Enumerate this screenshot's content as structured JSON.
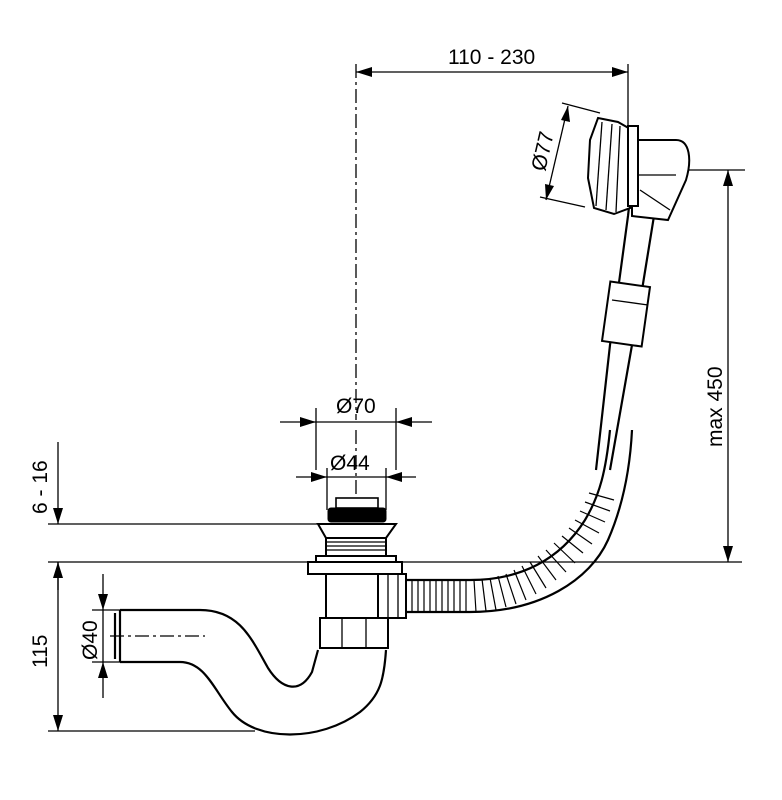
{
  "dimensions": {
    "top_span": "110 - 230",
    "overflow_diameter": "Ø77",
    "height_max": "max 450",
    "outer_diameter": "Ø70",
    "inner_diameter": "Ø44",
    "thickness": "6 - 16",
    "drop_height": "115",
    "pipe_diameter": "Ø40"
  }
}
